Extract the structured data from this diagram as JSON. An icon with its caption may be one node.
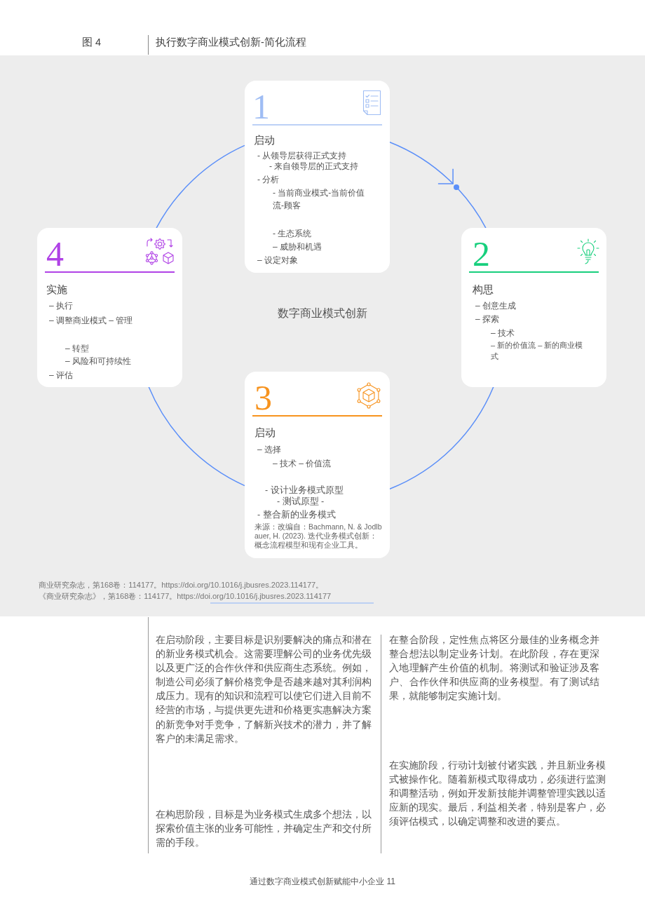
{
  "diagram": {
    "title": "执行数字商业模式创新-简化流程",
    "nodes": [
      {
        "text": [
          "1",
          "启动",
          "- 从领导层获得正式支持",
          "- 来自领导层的正式支持",
          "- 分析",
          "- 当前商业模式-当前价值流-顾客",
          "- 生态系统",
          "– 威胁和机遇",
          "– 设定对象"
        ]
      },
      {
        "text": [
          "2",
          "构思",
          "– 创意生成",
          "– 探索",
          "– 技术",
          "– 新的价值流 – 新的商业模式"
        ]
      },
      {
        "text": [
          "3",
          "启动",
          "– 选择",
          "– 技术 – 价值流",
          "- 设计业务模式原型",
          "- 测试原型 -",
          "- 整合新的业务模式",
          "来源：改编自：Bachmann, N. & Jodlbauer, H. (2023). 迭代业务模式创新：概念流程模型和现有企业工具。"
        ]
      },
      {
        "text": [
          "4",
          "实施",
          "– 执行",
          "– 调整商业模式 – 管理",
          "– 转型",
          "– 风险和可持续性",
          "– 评估"
        ]
      },
      {
        "text": [],
        "shape": "circle"
      }
    ],
    "edges": [
      {
        "from": 0,
        "to": 4,
        "arrow": "to"
      },
      {
        "from": 4,
        "to": 1,
        "arrow": "none"
      },
      {
        "from": 1,
        "to": 2,
        "arrow": "none"
      },
      {
        "from": 2,
        "to": 3,
        "arrow": "none"
      },
      {
        "from": 3,
        "to": 0,
        "arrow": "none"
      }
    ],
    "labels": [
      "图 4",
      "数字商业模式创新",
      "商业研究杂志，第168卷：114177。https://doi.org/10.1016/j.jbusres.2023.114177。",
      "《商业研究杂志》，第168卷：114177。https://doi.org/10.1016/j.jbusres.2023.114177",
      "在启动阶段，主要目标是识别要解决的痛点和潜在的新业务模式机会。这需要理解公司的业务优先级以及更广泛的合作伙伴和供应商生态系统。例如，制造公司必须了解价格竞争是否越来越对其利润构成压力。现有的知识和流程可以使它们进入目前不经营的市场，与提供更先进和价格更实惠解决方案的新竞争对手竞争，了解新兴技术的潜力，并了解客户的未满足需求。",
      "在构思阶段，目标是为业务模式生成多个想法，以探索价值主张的业务可能性，并确定生产和交付所需的手段。",
      "在整合阶段，定性焦点将区分最佳的业务概念并整合想法以制定业务计划。在此阶段，存在更深入地理解产生价值的机制。将测试和验证涉及客户、合作伙伴和供应商的业务模型。有了测试结果，就能够制定实施计划。",
      "在实施阶段，行动计划被付诸实践，并且新业务模式被操作化。随着新模式取得成功，必须进行监测和调整活动，例如开发新技能并调整管理实践以适应新的现实。最后，利益相关者，特别是客户，必须评估模式，以确定调整和改进的要点。",
      "通过数字商业模式创新赋能中小企业 11"
    ]
  }
}
